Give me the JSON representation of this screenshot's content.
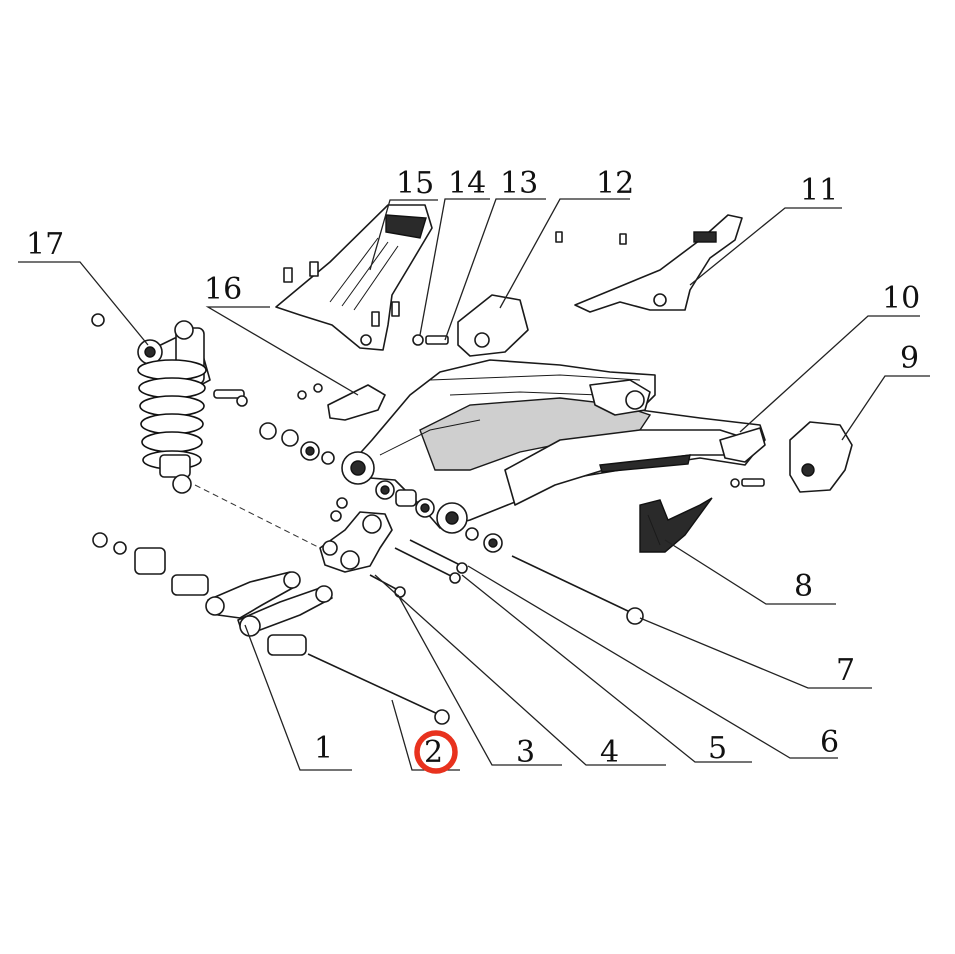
{
  "diagram": {
    "callouts": [
      {
        "id": "1",
        "label": "1"
      },
      {
        "id": "2",
        "label": "2",
        "highlighted": true
      },
      {
        "id": "3",
        "label": "3"
      },
      {
        "id": "4",
        "label": "4"
      },
      {
        "id": "5",
        "label": "5"
      },
      {
        "id": "6",
        "label": "6"
      },
      {
        "id": "7",
        "label": "7"
      },
      {
        "id": "8",
        "label": "8"
      },
      {
        "id": "9",
        "label": "9"
      },
      {
        "id": "10",
        "label": "10"
      },
      {
        "id": "11",
        "label": "11"
      },
      {
        "id": "12",
        "label": "12"
      },
      {
        "id": "13",
        "label": "13"
      },
      {
        "id": "14",
        "label": "14"
      },
      {
        "id": "15",
        "label": "15"
      },
      {
        "id": "16",
        "label": "16"
      },
      {
        "id": "17",
        "label": "17"
      }
    ],
    "highlight_color": "#e8321e"
  }
}
